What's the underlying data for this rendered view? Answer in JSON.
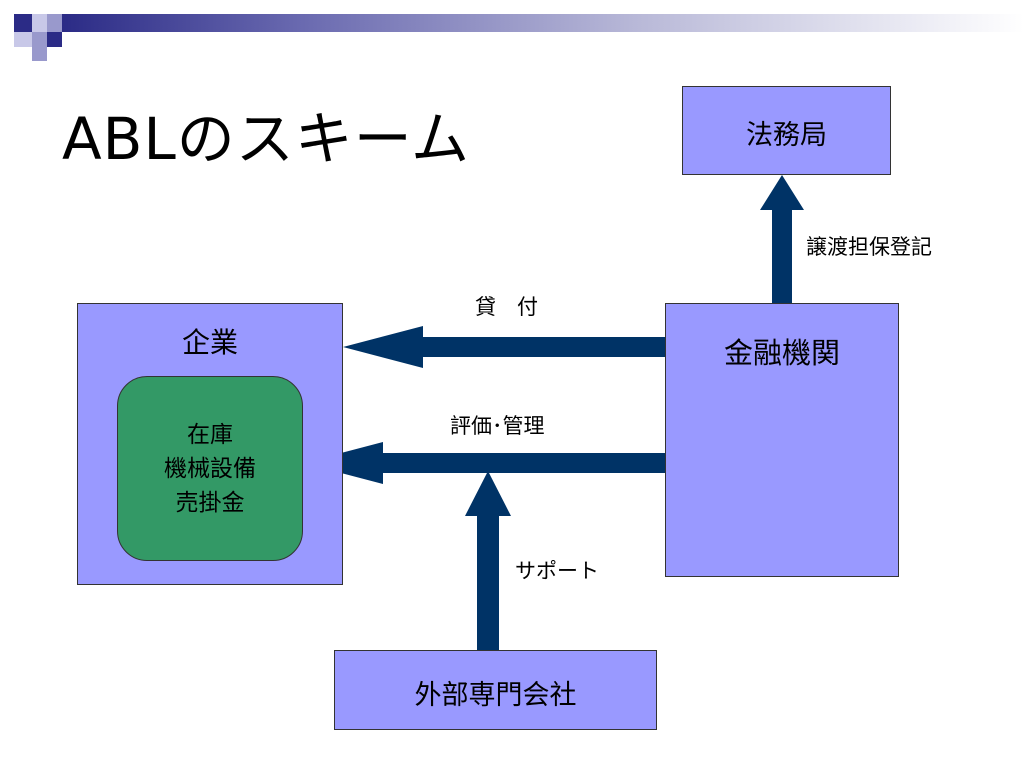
{
  "title": "ABLのスキーム",
  "colors": {
    "box_fill": "#9999ff",
    "inner_fill": "#339966",
    "arrow_fill": "#003366",
    "accent": "#2b2b86"
  },
  "nodes": {
    "houmukyoku": "法務局",
    "kigyou": "企業",
    "kinyu": "金融機関",
    "gaibu": "外部専門会社",
    "assets": [
      "在庫",
      "機械設備",
      "売掛金"
    ]
  },
  "edges": {
    "kashitsuke": "貸　付",
    "hyouka": "評価･管理",
    "support": "サポート",
    "touki": "譲渡担保登記"
  }
}
